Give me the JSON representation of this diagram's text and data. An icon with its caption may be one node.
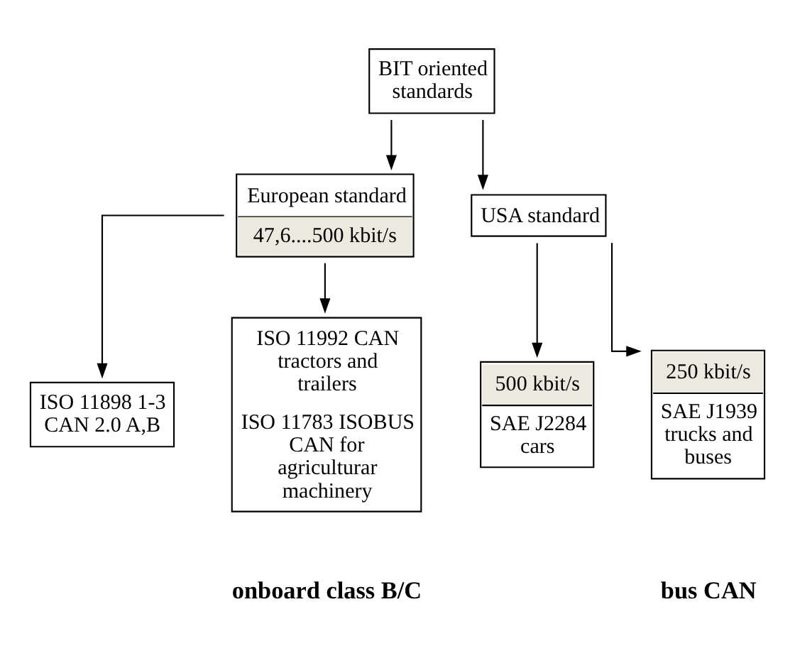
{
  "diagram": {
    "nodes": [
      {
        "text": [
          "BIT oriented standards"
        ]
      },
      {
        "text": [
          "European standard",
          "47,6....500 kbit/s"
        ]
      },
      {
        "text": [
          "USA standard"
        ]
      },
      {
        "text": [
          "ISO 11898 1-3 CAN 2.0 A,B"
        ]
      },
      {
        "text": [
          "ISO 11992 CAN tractors and trailers",
          "ISO 11783 ISOBUS CAN for agriculturar machinery"
        ]
      },
      {
        "text": [
          "500 kbit/s",
          "SAE J2284 cars"
        ]
      },
      {
        "text": [
          "250 kbit/s",
          "SAE J1939 trucks and buses"
        ]
      }
    ],
    "edges": [
      {
        "from": 0,
        "to": 1,
        "arrow": "to"
      },
      {
        "from": 0,
        "to": 2,
        "arrow": "to"
      },
      {
        "from": 1,
        "to": 3,
        "arrow": "to"
      },
      {
        "from": 1,
        "to": 4,
        "arrow": "to"
      },
      {
        "from": 2,
        "to": 5,
        "arrow": "to"
      },
      {
        "from": 2,
        "to": 6,
        "arrow": "to"
      }
    ],
    "labels": [
      "bus CAN",
      "onboard class B/C"
    ]
  }
}
